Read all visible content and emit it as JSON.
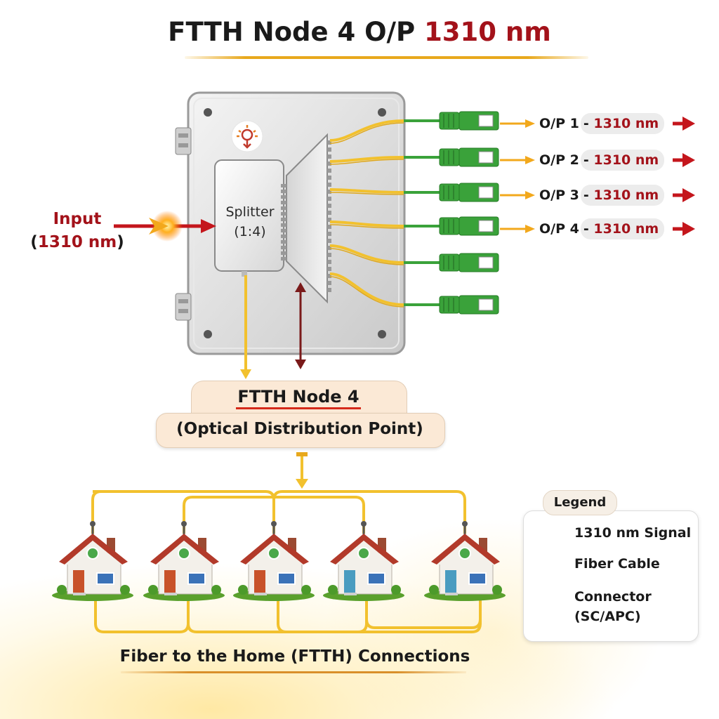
{
  "title": {
    "prefix": "FTTH Node 4 O/P ",
    "wavelength": "1310 nm"
  },
  "input": {
    "label": "Input",
    "wavelength_open": "(",
    "wavelength": "1310 nm",
    "wavelength_close": ")"
  },
  "splitter": {
    "name": "Splitter",
    "ratio": "(1:4)"
  },
  "outputs": [
    {
      "port": "O/P 1",
      "sep": " - ",
      "wavelength": "1310 nm"
    },
    {
      "port": "O/P 2",
      "sep": " - ",
      "wavelength": "1310 nm"
    },
    {
      "port": "O/P 3",
      "sep": " - ",
      "wavelength": "1310 nm"
    },
    {
      "port": "O/P 4",
      "sep": " - ",
      "wavelength": "1310 nm"
    }
  ],
  "connector_count": 6,
  "node": {
    "title": "FTTH Node 4",
    "subtitle": "(Optical Distribution Point)"
  },
  "homes": [
    {
      "door_color": "#c8522a"
    },
    {
      "door_color": "#c8522a"
    },
    {
      "door_color": "#c8522a"
    },
    {
      "door_color": "#4a9cc0"
    },
    {
      "door_color": "#4a9cc0"
    }
  ],
  "footer": {
    "label": "Fiber to the Home (FTTH) Connections"
  },
  "legend": {
    "title": "Legend",
    "items": [
      {
        "icon": "red-arrow-icon",
        "label": "1310 nm Signal"
      },
      {
        "icon": "fiber-cable-icon",
        "label": "Fiber Cable"
      },
      {
        "icon": "connector-icon",
        "label": "Connector",
        "label2": "(SC/APC)"
      }
    ]
  },
  "colors": {
    "signal": "#c4161c",
    "fiber": "#f2c12e",
    "connector": "#3aa23a",
    "accent_text": "#a3121a",
    "node_box": "#fbe9d6"
  }
}
